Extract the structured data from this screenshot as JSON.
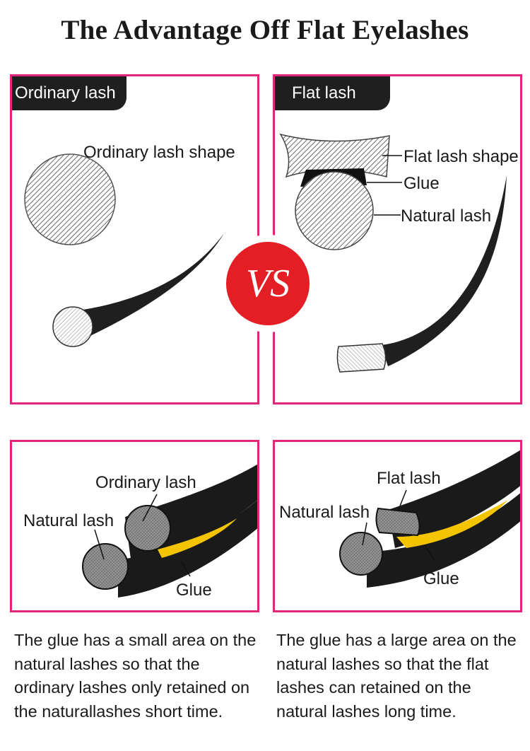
{
  "title": "The Advantage Off Flat Eyelashes",
  "top_left": {
    "tab": "Ordinary lash",
    "shape_label": "Ordinary lash shape"
  },
  "top_right": {
    "tab": "Flat lash",
    "shape_label": "Flat lash shape",
    "glue_label": "Glue",
    "natural_label": "Natural lash"
  },
  "vs": "VS",
  "bottom_left": {
    "ordinary_label": "Ordinary lash",
    "natural_label": "Natural lash",
    "glue_label": "Glue"
  },
  "bottom_right": {
    "flat_label": "Flat lash",
    "natural_label": "Natural lash",
    "glue_label": "Glue"
  },
  "desc_left": "The glue has a small area on the natural lashes so that the ordinary lashes only retained on the naturallashes short time.",
  "desc_right": "The glue has a large area on the natural lashes so that the flat lashes can retained on the natural lashes long time.",
  "colors": {
    "frame": "#e0287a",
    "vs": "#e41e25",
    "glue": "#f5c400",
    "lash": "#1f1f1f"
  }
}
